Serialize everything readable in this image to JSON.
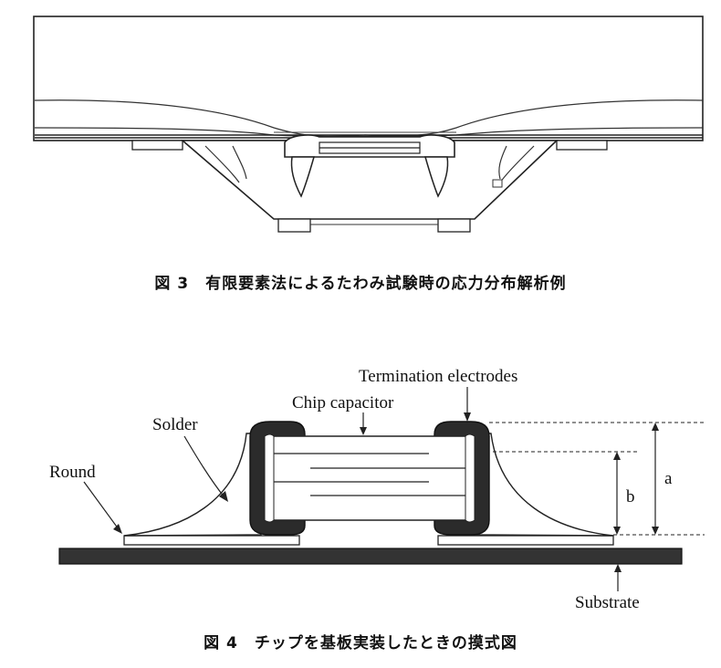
{
  "figure3": {
    "caption": "図 3　有限要素法によるたわみ試験時の応力分布解析例"
  },
  "figure4": {
    "caption": "図 4　チップを基板実装したときの摸式図",
    "labels": {
      "termination_electrodes": "Termination electrodes",
      "chip_capacitor": "Chip capacitor",
      "solder": "Solder",
      "round": "Round",
      "dimension_a": "a",
      "dimension_b": "b",
      "substrate": "Substrate"
    }
  }
}
